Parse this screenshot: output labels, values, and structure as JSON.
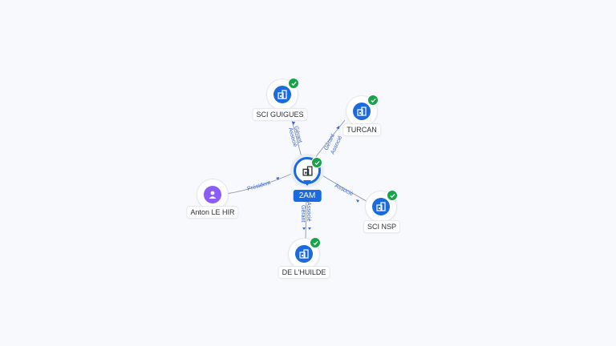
{
  "colors": {
    "company": "#1a6ae0",
    "person": "#8b5cf6",
    "check": "#17a34a",
    "edge": "#8a95a8",
    "edge_label": "#3b64d8"
  },
  "center": {
    "label": "2AM",
    "icon": "building-icon",
    "verified": true
  },
  "nodes": {
    "sci_guigues": {
      "label": "SCI GUIGUES",
      "icon": "building-icon",
      "verified": true
    },
    "turcan": {
      "label": "TURCAN",
      "icon": "building-icon",
      "verified": true
    },
    "anton": {
      "label": "Anton LE HIR",
      "icon": "person-icon",
      "verified": false
    },
    "sci_nsp": {
      "label": "SCI NSP",
      "icon": "building-icon",
      "verified": true
    },
    "de_lhuilde": {
      "label": "DE L'HUILDE",
      "icon": "building-icon",
      "verified": true
    }
  },
  "edges": {
    "sci_guigues": {
      "line1": "Gérant",
      "line2": "Associé"
    },
    "turcan": {
      "line1": "Gérant",
      "line2": "Associé"
    },
    "anton": {
      "line1": "Président"
    },
    "sci_nsp": {
      "line1": "Associé"
    },
    "de_lhuilde": {
      "line1": "Gérant",
      "line2": "Associé"
    }
  }
}
